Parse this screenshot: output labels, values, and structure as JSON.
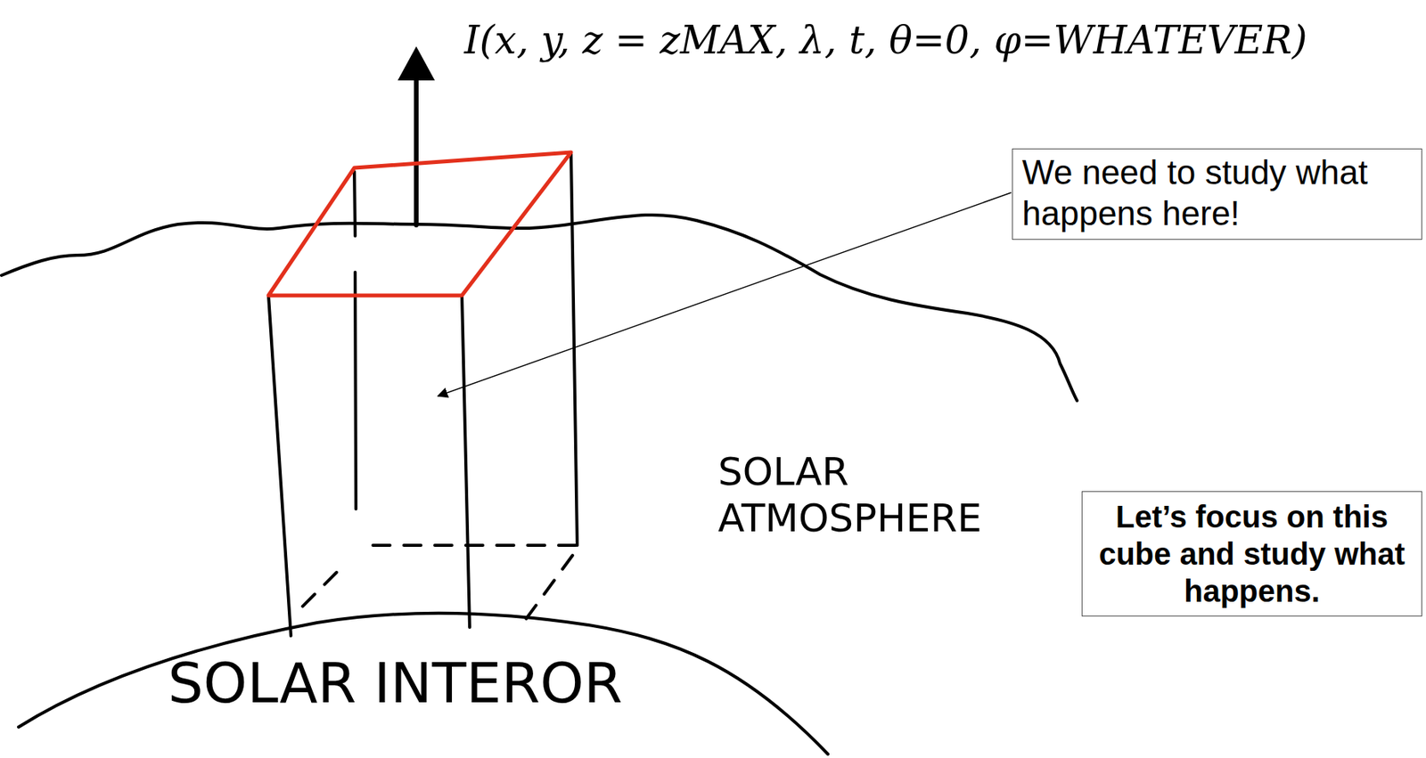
{
  "diagram": {
    "nodes": [
      {
        "text": [
          "We need to study what happens here!"
        ]
      },
      {
        "text": [
          "Let’s focus on this cube and study what happens."
        ]
      }
    ],
    "labels": [
      "I(x, y, z = zMAX, λ, t, θ=0, φ=WHATEVER)",
      "SOLAR ATMOSPHERE",
      "SOLAR INTEROR"
    ]
  }
}
